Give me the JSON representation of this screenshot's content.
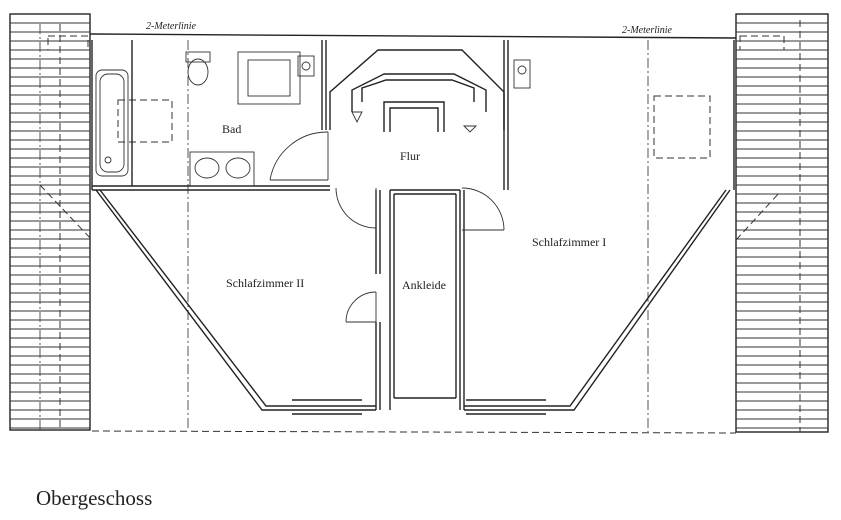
{
  "plan": {
    "title": "Obergeschoss",
    "line_labels": {
      "left": "2-Meterlinie",
      "right": "2-Meterlinie"
    },
    "rooms": {
      "bath": "Bad",
      "hall": "Flur",
      "bedroom_1": "Schlafzimmer I",
      "bedroom_2": "Schlafzimmer II",
      "dressing": "Ankleide"
    }
  }
}
